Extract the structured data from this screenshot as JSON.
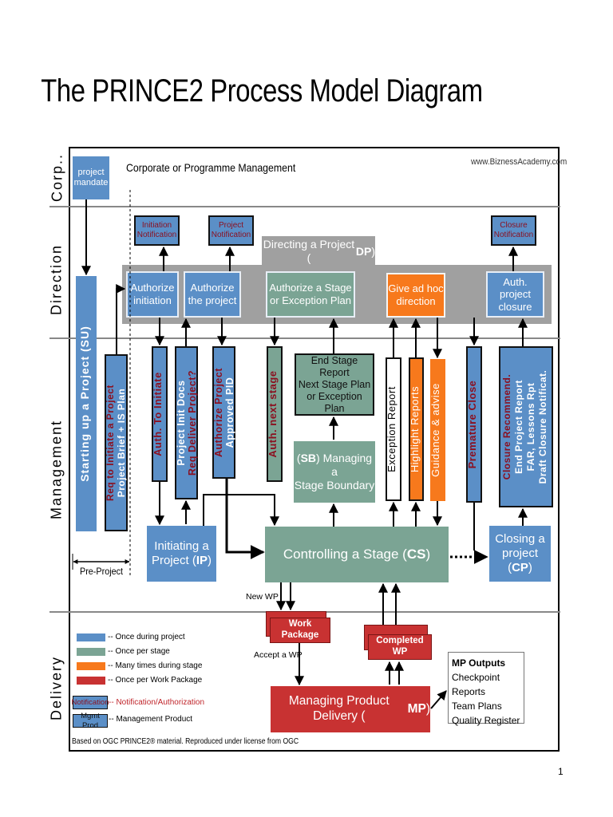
{
  "title": "The PRINCE2 Process Model Diagram",
  "website": "www.BiznessAcademy.com",
  "page_number": "1",
  "bands": {
    "corp": "Corp..",
    "direction": "Direction",
    "management": "Management",
    "delivery": "Delivery"
  },
  "corporate_label": "Corporate or Programme Management",
  "project_mandate": "project mandate",
  "notifications": {
    "initiation": "Initiation Notification",
    "project": "Project Notification",
    "closure": "Closure Notification"
  },
  "dp": {
    "title_prefix": "Directing a Project (",
    "title_abbr": "DP",
    "title_suffix": ")",
    "authorize_initiation": "Authorize initiation",
    "authorize_project": "Authorize the project",
    "authorize_stage": "Authorize a Stage or Exception Plan",
    "give_adhoc": "Give ad hoc direction",
    "auth_closure": "Auth. project closure"
  },
  "management": {
    "su": "Starting up a Project (SU)",
    "req_initiate_line1": "Req to Initiate a Project",
    "req_initiate_line2": "Project Brief + IS Plan",
    "auth_initiate": "Auth. To Initiate",
    "init_docs_line1": "Project  Init  Docs",
    "init_docs_line2": "Req Deliver Project?",
    "authorize_pid_line1": "Authorize Project",
    "authorize_pid_line2": "Approved PID",
    "auth_next_stage": "Auth. next stage",
    "end_stage_line1": "End Stage Report",
    "end_stage_line2": "Next Stage Plan",
    "end_stage_line3": "or Exception Plan",
    "sb_abbr": "SB",
    "sb_line1_suffix": ") Managing a",
    "sb_line2": "Stage Boundary",
    "exception_report": "Exception Report",
    "highlight_reports": "Highlight Reports",
    "guidance": "Guidance & advise",
    "premature_close": "Premature Close",
    "closure_line1": "Closure Recommend.",
    "closure_line2": "End Project Report",
    "closure_line3": "FAR, Lessons Rpt",
    "closure_line4": "Draft Closure Notificat.",
    "ip_line1": "Initiating a",
    "ip_line2_prefix": "Project (",
    "ip_abbr": "IP",
    "cs_prefix": "Controlling a Stage (",
    "cs_abbr": "CS",
    "cp_line1": "Closing a",
    "cp_line2_prefix": "project (",
    "cp_abbr": "CP",
    "pre_project": "Pre-Project"
  },
  "delivery": {
    "new_wp": "New WP",
    "work_package": "Work Package",
    "accept_wp": "Accept a WP",
    "completed_wp": "Completed WP",
    "mp_prefix": "Managing Product Delivery (",
    "mp_abbr": "MP",
    "mp_outputs_title": "MP Outputs",
    "mp_outputs": [
      "Checkpoint Reports",
      "Team Plans",
      "Quality Register"
    ]
  },
  "legend": {
    "once_during": "-- Once during project",
    "once_per_stage": "-- Once per stage",
    "many_times": "-- Many times during stage",
    "once_per_wp": "-- Once per Work Package",
    "notification_swatch": "Notification",
    "notification_text": "-- Notification/Authorization",
    "mgmt_swatch": "Mgmt Prod",
    "mgmt_text": "-- Management Product"
  },
  "footer_note": "Based on OGC PRINCE2® material. Reproduced under license from OGC",
  "colors": {
    "blue": "#5b8fc7",
    "green": "#7ba494",
    "orange": "#f7791c",
    "red": "#c83232",
    "grey": "#a0a0a0"
  }
}
